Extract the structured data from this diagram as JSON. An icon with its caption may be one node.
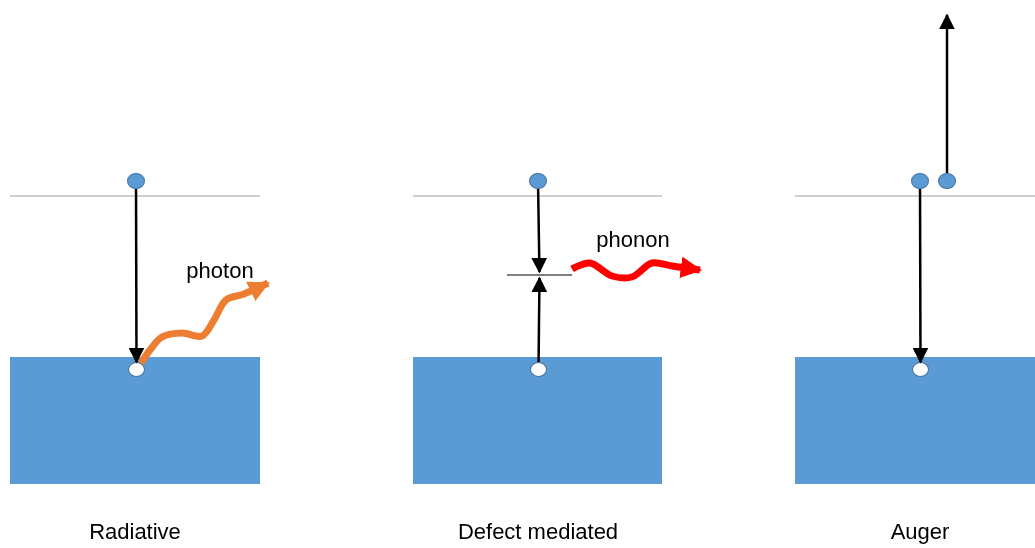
{
  "diagram": {
    "nodes": [
      {
        "text": [],
        "shape": "box"
      },
      {
        "text": [],
        "shape": "circle"
      },
      {
        "text": [],
        "shape": "circle",
        "in": 0
      },
      {
        "text": [],
        "shape": "box"
      },
      {
        "text": [],
        "shape": "circle"
      },
      {
        "text": [],
        "shape": "bar"
      },
      {
        "text": [],
        "shape": "circle",
        "in": 3
      },
      {
        "text": [],
        "shape": "box"
      },
      {
        "text": [],
        "shape": "circle"
      },
      {
        "text": [],
        "shape": "circle"
      },
      {
        "text": [],
        "shape": "circle",
        "in": 7
      }
    ],
    "edges": [
      {
        "from": 1,
        "to": 2,
        "arrow": "to"
      },
      {
        "from": 2,
        "to": null,
        "arrow": "to",
        "label": "photon",
        "style": "thick",
        "color": "#ed7d31"
      },
      {
        "from": 4,
        "to": 5,
        "arrow": "to"
      },
      {
        "from": 6,
        "to": 5,
        "arrow": "to"
      },
      {
        "from": 5,
        "to": null,
        "arrow": "to",
        "label": "phonon",
        "style": "thick",
        "color": "#ff0000"
      },
      {
        "from": 8,
        "to": 10,
        "arrow": "to"
      },
      {
        "from": 9,
        "to": null,
        "arrow": "to"
      }
    ],
    "labels": [
      "Radiative",
      "Defect mediated",
      "Auger"
    ]
  }
}
